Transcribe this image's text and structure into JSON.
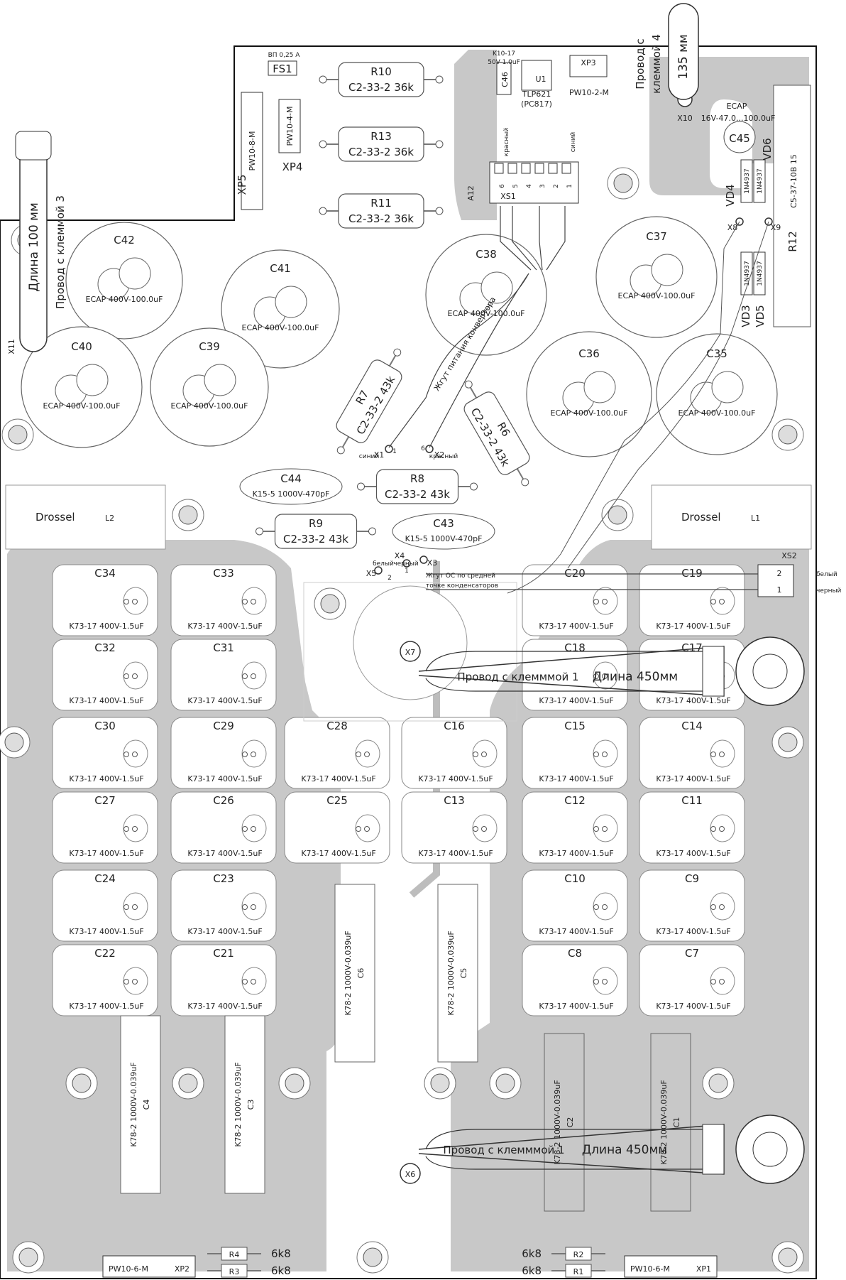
{
  "connectors": {
    "fs1": {
      "name": "FS1",
      "rating": "ВП 0,25 А"
    },
    "xp3": {
      "name": "XP3",
      "type": "PW10-2-M"
    },
    "xp4": {
      "name": "XP4",
      "type": "PW10-4-M"
    },
    "xp5": {
      "name": "XP5",
      "type": "PW10-8-M"
    },
    "xs1": {
      "name": "XS1",
      "pins": [
        "6",
        "5",
        "4",
        "3",
        "2",
        "1"
      ],
      "label_left": "красный",
      "label_right": "синий",
      "a12": "A12"
    },
    "xs2": {
      "name": "XS2",
      "pin2": "2",
      "pin1": "1",
      "wire2": "белый",
      "wire1": "черный"
    },
    "xp1": {
      "name": "XP1",
      "type": "PW10-6-M"
    },
    "xp2": {
      "name": "XP2",
      "type": "PW10-6-M"
    }
  },
  "resistors": {
    "r10": {
      "name": "R10",
      "value": "C2-33-2 36k"
    },
    "r13": {
      "name": "R13",
      "value": "C2-33-2 36k"
    },
    "r11": {
      "name": "R11",
      "value": "C2-33-2 36k"
    },
    "r7": {
      "name": "R7",
      "value": "C2-33-2 43k"
    },
    "r6": {
      "name": "R6",
      "value": "C2-33-2 43k"
    },
    "r8": {
      "name": "R8",
      "value": "C2-33-2 43k"
    },
    "r9": {
      "name": "R9",
      "value": "C2-33-2 43k"
    },
    "r12": {
      "name": "R12",
      "value": "C5-37-10В 15"
    },
    "r1": {
      "name": "R1",
      "value": "6k8"
    },
    "r2": {
      "name": "R2",
      "value": "6k8"
    },
    "r3": {
      "name": "R3",
      "value": "6k8"
    },
    "r4": {
      "name": "R4",
      "value": "6k8"
    }
  },
  "small_parts": {
    "c46": {
      "name": "C46",
      "value1": "K10-17",
      "value2": "50V-1.0uF"
    },
    "u1": {
      "name": "U1",
      "type1": "TLP621",
      "type2": "(PC817)"
    },
    "c45": {
      "name": "C45",
      "type": "ECAP",
      "value": "16V-47.0...100.0uF"
    },
    "vd3": "VD3",
    "vd4": "VD4",
    "vd5": "VD5",
    "vd6": "VD6",
    "diode_type": "1N4937",
    "c44": {
      "name": "C44",
      "value": "K15-5 1000V-470pF"
    },
    "c43": {
      "name": "C43",
      "value": "K15-5 1000V-470pF"
    }
  },
  "ecaps": {
    "value": "ECAP 400V-100.0uF",
    "names": [
      "C42",
      "C41",
      "C38",
      "C37",
      "C40",
      "C39",
      "C36",
      "C35"
    ]
  },
  "film_caps": {
    "value": "K73-17 400V-1.5uF",
    "names": [
      "C34",
      "C33",
      "C20",
      "C19",
      "C32",
      "C31",
      "C18",
      "C17",
      "C30",
      "C29",
      "C28",
      "C16",
      "C15",
      "C14",
      "C27",
      "C26",
      "C25",
      "C13",
      "C12",
      "C11",
      "C24",
      "C23",
      "C10",
      "C9",
      "C22",
      "C21",
      "C8",
      "C7"
    ]
  },
  "k78_caps": {
    "value": "K78-2 1000V-0.039uF",
    "names": [
      "C6",
      "C5",
      "C4",
      "C3",
      "C2",
      "C1"
    ]
  },
  "inductors": {
    "l2": {
      "label": "Drossel",
      "name": "L2"
    },
    "l1": {
      "label": "Drossel",
      "name": "L1"
    }
  },
  "terminals": {
    "x1": "X1",
    "x2": "X2",
    "x3": "X3",
    "x4": "X4",
    "x5": "X5",
    "x6": "X6",
    "x7": "X7",
    "x8": "X8",
    "x9": "X9",
    "x10": "X10",
    "x11": "X11"
  },
  "wire_notes": {
    "x1_color": "синий",
    "x2_color": "красный",
    "x2_pin": "6",
    "x1_pin": "1",
    "x5_color": "белый",
    "x4_color": "черный",
    "x5_pin": "2",
    "x4_pin": "1",
    "harness1": "Жгут питания конвертора",
    "harness2a": "Жгут ОС по средней",
    "harness2b": "точке конденсаторов",
    "lead3_label": "Провод с клеммой 3",
    "lead3_len": "Длина 100 мм",
    "lead4_label1": "Провод с",
    "lead4_label2": "клеммой 4",
    "lead4_len": "135 мм",
    "lead1_top": "Провод с клемммой 1",
    "lead1_top_len": "Длина 450мм",
    "lead1_bot": "Провод с клемммой 1",
    "lead1_bot_len": "Длина 450мм"
  },
  "colors": {
    "copper": "#c7c7c7",
    "outline": "#111111",
    "part": "#ffffff",
    "trace": "#bdbdbd"
  }
}
